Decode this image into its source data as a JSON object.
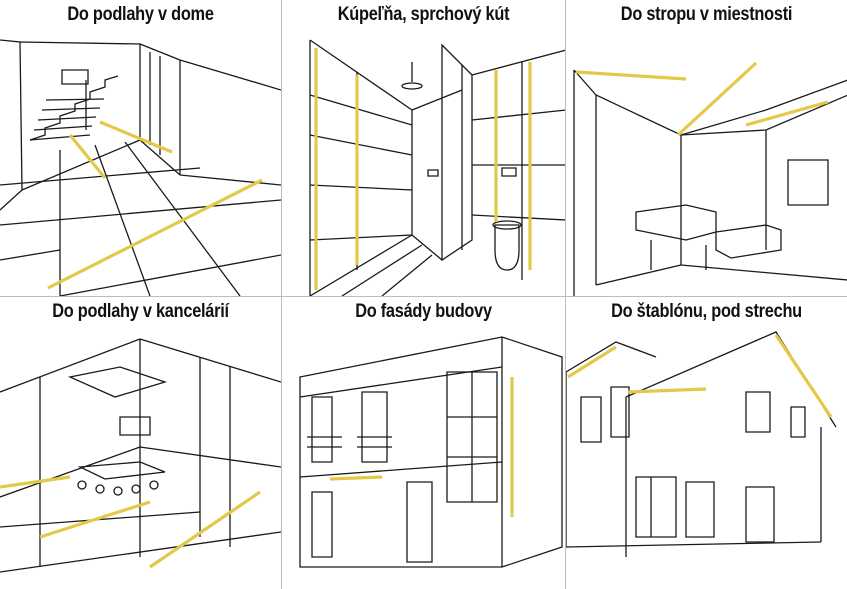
{
  "panels": [
    {
      "caption": "Do podlahy v dome",
      "illustration": "floor-in-house"
    },
    {
      "caption": "Kúpeľňa, sprchový kút",
      "illustration": "bathroom-shower"
    },
    {
      "caption": "Do stropu v miestnosti",
      "illustration": "ceiling-in-room"
    },
    {
      "caption": "Do podlahy v kancelárií",
      "illustration": "office-floor"
    },
    {
      "caption": "Do fasády budovy",
      "illustration": "building-facade"
    },
    {
      "caption": "Do štablónu, pod strechu",
      "illustration": "roof-soffit"
    }
  ],
  "colors": {
    "background": "#ffffff",
    "line_art": "#1a1a1a",
    "led_strip": "#e3c84a",
    "divider": "#bdbdbd"
  }
}
